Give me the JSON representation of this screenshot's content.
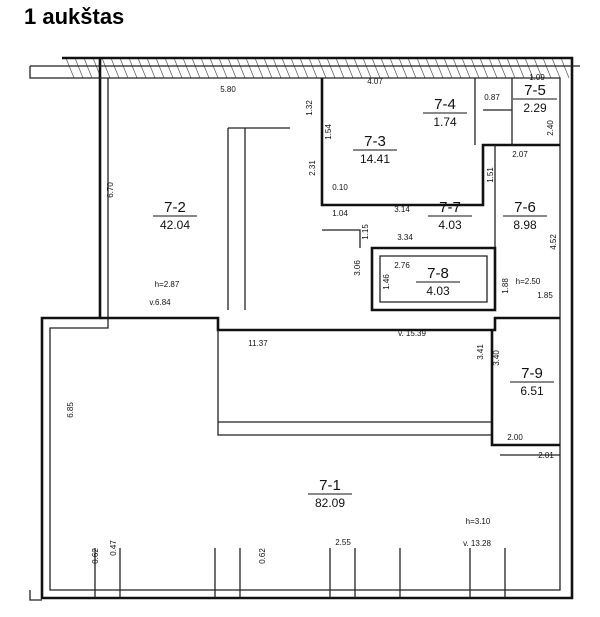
{
  "title": "1 aukštas",
  "rooms": [
    {
      "id": "7-1",
      "area": "82.09"
    },
    {
      "id": "7-2",
      "area": "42.04"
    },
    {
      "id": "7-3",
      "area": "14.41"
    },
    {
      "id": "7-4",
      "area": "1.74"
    },
    {
      "id": "7-5",
      "area": "2.29"
    },
    {
      "id": "7-6",
      "area": "8.98"
    },
    {
      "id": "7-7",
      "area": "4.03"
    },
    {
      "id": "7-8",
      "area": "4.03"
    },
    {
      "id": "7-9",
      "area": "6.51"
    }
  ],
  "dimensions": [
    "5.80",
    "4.07",
    "1.09",
    "0.87",
    "2.40",
    "2.07",
    "1.32",
    "1.54",
    "2.31",
    "0.10",
    "1.04",
    "3.14",
    "1.15",
    "3.34",
    "4.52",
    "2.76",
    "1.46",
    "1.88",
    "3.06",
    "1.85",
    "1.51",
    "6.70",
    "h=2.87",
    "v.6.84",
    "h=2.50",
    "11.37",
    "v. 15.39",
    "3.41",
    "3.40",
    "6.85",
    "2.00",
    "2.01",
    "h=3.10",
    "v. 13.28",
    "2.55",
    "0.62",
    "0.62",
    "0.47"
  ]
}
